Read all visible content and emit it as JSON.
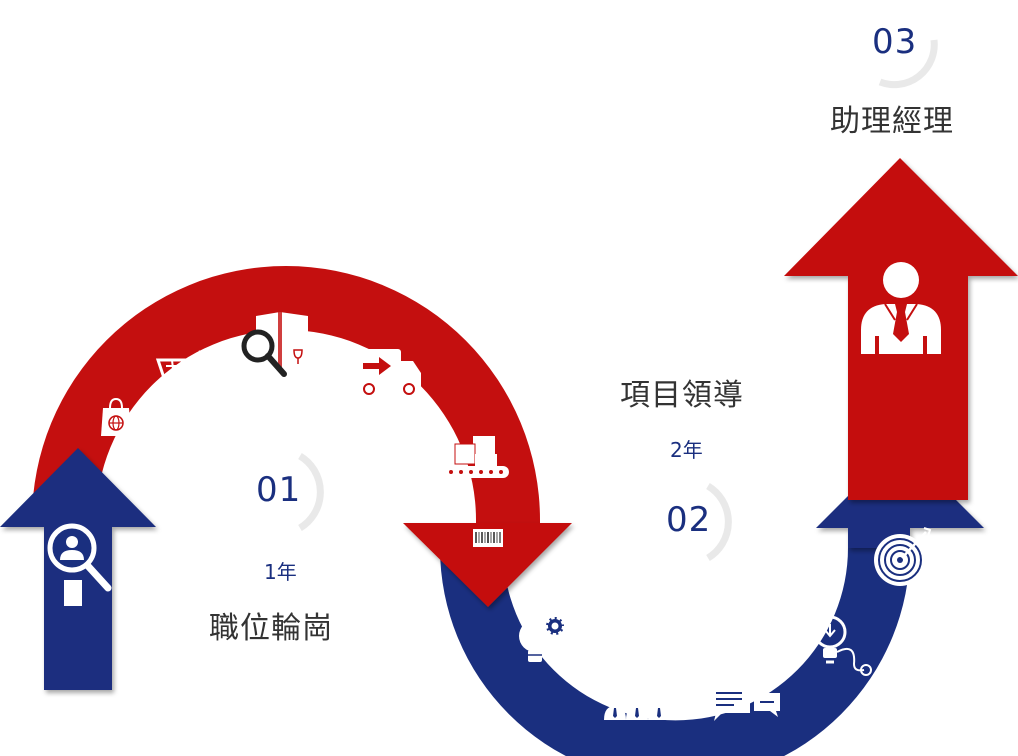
{
  "colors": {
    "red": "#c40f0f",
    "blue": "#1a2f7f",
    "text": "#333333",
    "white": "#ffffff"
  },
  "steps": [
    {
      "number": "01",
      "duration": "1年",
      "title": "職位輪崗"
    },
    {
      "number": "02",
      "duration": "2年",
      "title": "項目領導"
    },
    {
      "number": "03",
      "title": "助理經理"
    }
  ],
  "icons": {
    "red_arc": [
      "shopping-bag-icon",
      "shopping-cart-icon",
      "magnifier-box-icon",
      "delivery-truck-icon",
      "conveyor-boxes-icon",
      "barcode-icon"
    ],
    "blue_arc": [
      "lightbulb-gear-icon",
      "team-hierarchy-icon",
      "chat-bubbles-icon",
      "lightbulb-idea-icon",
      "target-icon"
    ],
    "arrows": [
      "person-search-icon",
      "manager-icon"
    ]
  }
}
